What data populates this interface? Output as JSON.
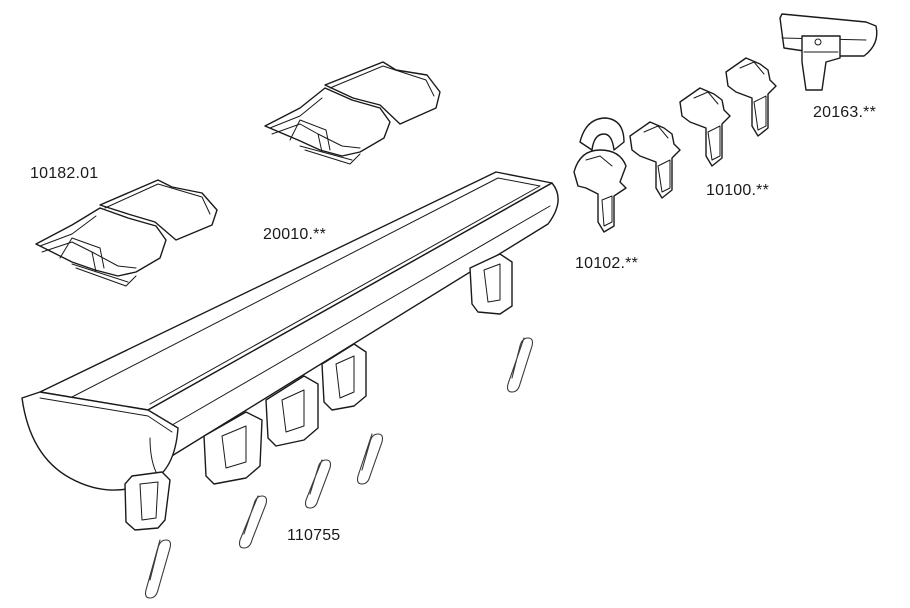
{
  "labels": {
    "end_cap_pair": "10182.01",
    "rail": "20010.**",
    "end_stop_hook": "10102.**",
    "glider": "10100.**",
    "wall_bracket": "20163.**",
    "paper_clip_hook": "110755"
  },
  "colors": {
    "line": "#1a1a1a",
    "background": "#ffffff"
  }
}
